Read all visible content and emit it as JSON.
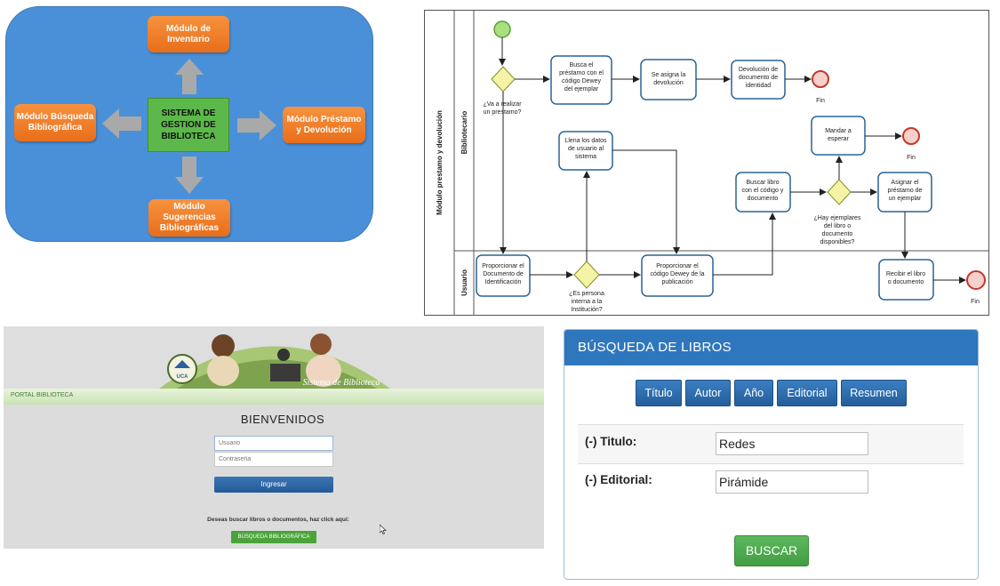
{
  "modules": {
    "center": "SISTEMA DE GESTION DE BIBLIOTECA",
    "top": "Módulo de Inventario",
    "right": "Módulo Préstamo y Devolución",
    "bottom": "Módulo Sugerencias Bibliográficas",
    "left": "Módulo Búsqueda Bibliográfica"
  },
  "bpmn": {
    "pool": "Módulo prestamo y devolución",
    "lanes": {
      "top": "Bibliotecario",
      "bottom": "Usuario"
    },
    "tasks": {
      "busca": [
        "Busca el",
        "préstamo con el",
        "código Dewey",
        "del ejemplar"
      ],
      "asigna_dev": [
        "Se asigna  la",
        "devolución"
      ],
      "devolucion_doc": [
        "Devolución de",
        "documento de",
        "identidad"
      ],
      "llena": [
        "Llena los  datos",
        "de usuario al",
        "sistema"
      ],
      "mandar": [
        "Mandar a",
        "esperar"
      ],
      "buscar_libro": [
        "Buscar libro",
        "con el código y",
        "documento"
      ],
      "asignar_prestamo": [
        "Asignar el",
        "préstamo de",
        "un ejemplar"
      ],
      "proporcionar_doc": [
        "Proporcionar el",
        "Documento de",
        "Identificación"
      ],
      "proporcionar_codigo": [
        "Proporcionar  el",
        "código Dewey de la",
        "publicación"
      ],
      "recibir": [
        "Recibir el  libro",
        "o documento"
      ]
    },
    "gateways": {
      "prestamo": [
        "¿Va a realizar",
        "un prestamo?"
      ],
      "ejemplares": [
        "¿Hay ejemplares",
        "del libro o",
        "documento",
        "disponibles?"
      ],
      "interna": [
        "¿Es persona",
        "interna a la",
        "Institución?"
      ]
    },
    "end_label": "Fin"
  },
  "portal": {
    "banner_text": "Sistema de Biblioteca",
    "logo_text": "UCA",
    "bar_label": "PORTAL BIBLIOTECA",
    "welcome": "BIENVENIDOS",
    "user_placeholder": "Usuario",
    "pass_placeholder": "Contraseña",
    "login_button": "Ingresar",
    "hint": "Deseas buscar libros o documentos, haz click aquí:",
    "search_button": "BÚSQUEDA BIBLIOGRÁFICA"
  },
  "search": {
    "title": "BÚSQUEDA DE LIBROS",
    "tabs": [
      "Título",
      "Autor",
      "Año",
      "Editorial",
      "Resumen"
    ],
    "fields": [
      {
        "label": "(-) Titulo:",
        "value": "Redes"
      },
      {
        "label": "(-) Editorial:",
        "value": "Pirámide"
      }
    ],
    "submit": "BUSCAR"
  },
  "colors": {
    "module_orange": "#f07c22",
    "core_green": "#5cb84a",
    "diagram_bg": "#4a90d9",
    "bpmn_task_border": "#2a6496",
    "bpmn_start": "#8ed36a",
    "bpmn_end": "#c0392b",
    "gateway_yellow": "#f1f0a0",
    "header_blue": "#2f77bd",
    "button_green": "#5cb85c"
  }
}
